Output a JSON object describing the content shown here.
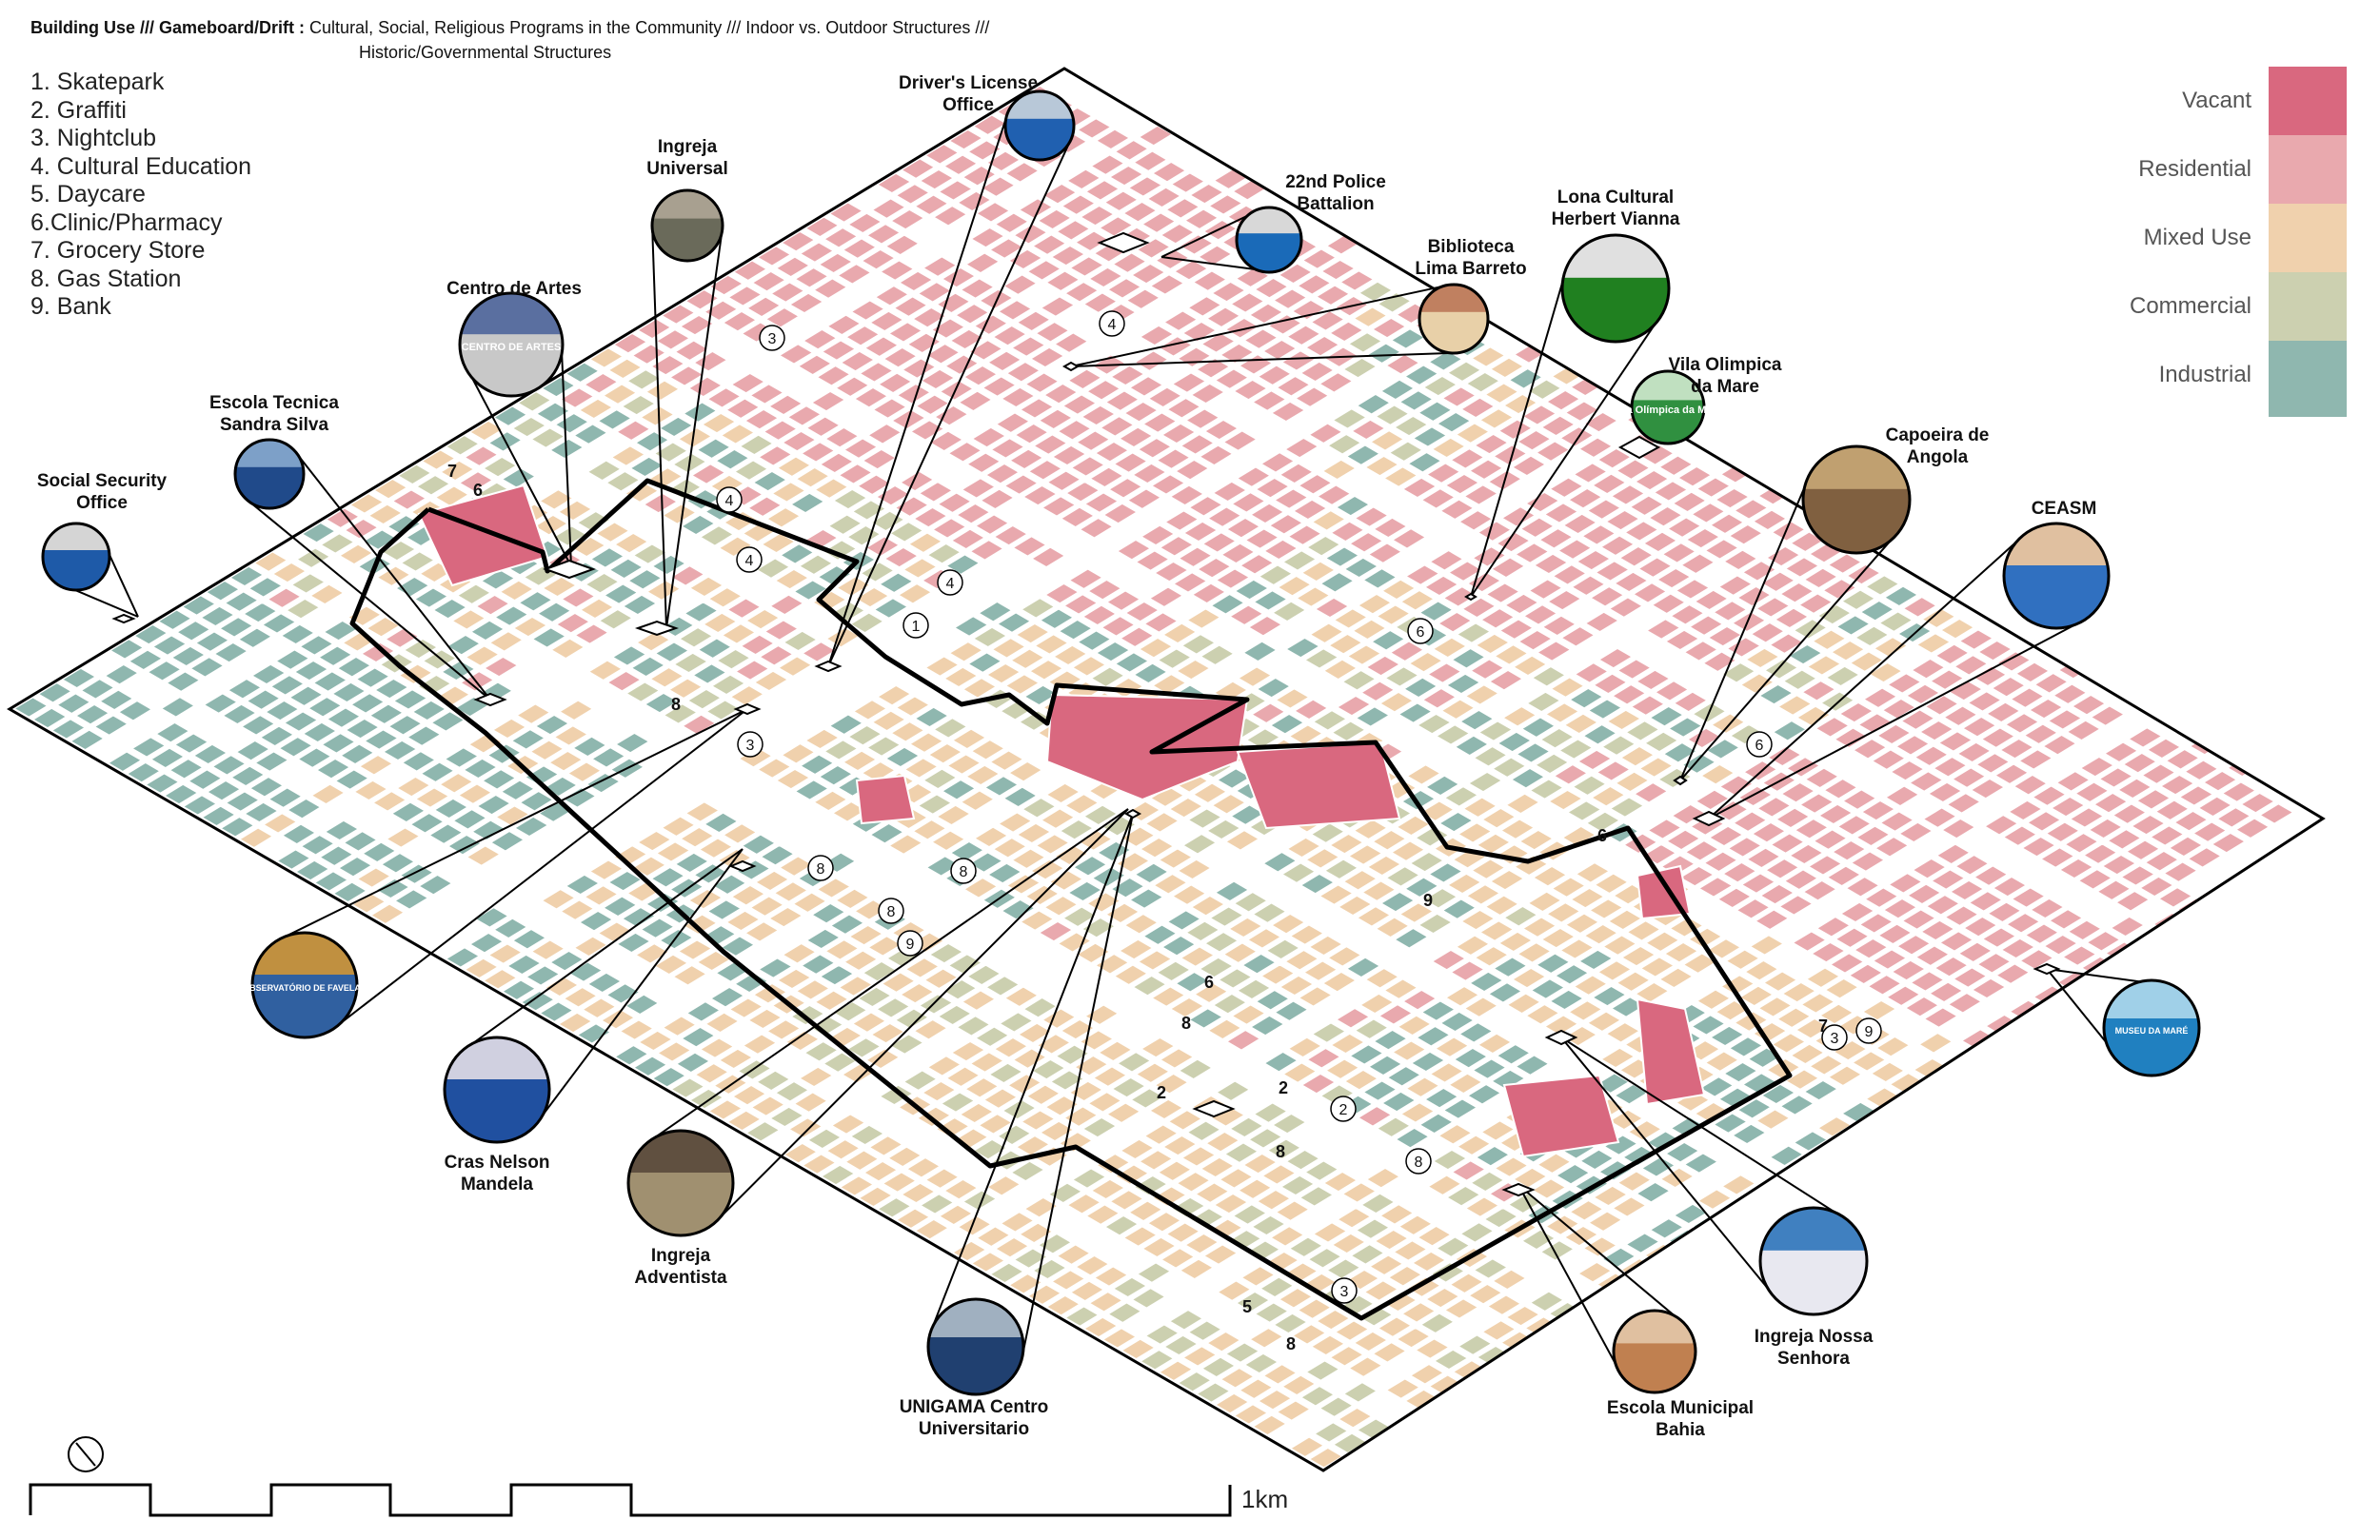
{
  "header": {
    "bold_part": "Building Use /// Gameboard/Drift :",
    "line1_rest": "Cultural, Social, Religious Programs in the Community /// Indoor vs. Outdoor Structures ///",
    "line2": "Historic/Governmental Structures"
  },
  "programs": [
    "1. Skatepark",
    "2. Graffiti",
    "3. Nightclub",
    "4. Cultural Education",
    "5. Daycare",
    "6.Clinic/Pharmacy",
    "7. Grocery Store",
    "8. Gas Station",
    "9. Bank"
  ],
  "land_use": [
    {
      "label": "Vacant",
      "color": "#d9687f"
    },
    {
      "label": "Residential",
      "color": "#e9a9ae"
    },
    {
      "label": "Mixed Use",
      "color": "#f0d1ad"
    },
    {
      "label": "Commercial",
      "color": "#ccd0b0"
    },
    {
      "label": "Industrial",
      "color": "#8fb7af"
    }
  ],
  "places": [
    {
      "name": "social-security-office",
      "line1": "Social Security",
      "line2": "Office"
    },
    {
      "name": "escola-tecnica",
      "line1": "Escola Tecnica",
      "line2": "Sandra Silva"
    },
    {
      "name": "centro-de-artes",
      "line1": "Centro de Artes",
      "line2": ""
    },
    {
      "name": "ingreja-universal",
      "line1": "Ingreja",
      "line2": "Universal"
    },
    {
      "name": "drivers-license-office",
      "line1": "Driver's License",
      "line2": "Office"
    },
    {
      "name": "police-battalion",
      "line1": "22nd Police",
      "line2": "Battalion"
    },
    {
      "name": "biblioteca",
      "line1": "Biblioteca",
      "line2": "Lima Barreto"
    },
    {
      "name": "lona-cultural",
      "line1": "Lona Cultural",
      "line2": "Herbert Vianna"
    },
    {
      "name": "vila-olimpica",
      "line1": "Vila Olimpica",
      "line2": "da Mare"
    },
    {
      "name": "capoeira",
      "line1": "Capoeira de",
      "line2": "Angola"
    },
    {
      "name": "ceasm",
      "line1": "CEASM",
      "line2": ""
    },
    {
      "name": "cras-nelson-mandela",
      "line1": "Cras Nelson",
      "line2": "Mandela"
    },
    {
      "name": "ingreja-adventista",
      "line1": "Ingreja",
      "line2": "Adventista"
    },
    {
      "name": "unigama",
      "line1": "UNIGAMA Centro",
      "line2": "Universitario"
    },
    {
      "name": "escola-municipal",
      "line1": "Escola Municipal",
      "line2": "Bahia"
    },
    {
      "name": "ingreja-nossa-senhora",
      "line1": "Ingreja Nossa",
      "line2": "Senhora"
    }
  ],
  "photo_texts": {
    "centro_artes": "CENTRO DE ARTES",
    "observatorio": "OBSERVATÓRIO DE FAVELAS",
    "vila_olimpica": "Vila Olímpica da Maré",
    "museu": "MUSEU DA MARÉ"
  },
  "markers": [
    "1",
    "2",
    "3",
    "4",
    "5",
    "6",
    "7",
    "8",
    "9"
  ],
  "scale": {
    "label": "1km"
  },
  "north_arrow": "north-arrow-icon"
}
